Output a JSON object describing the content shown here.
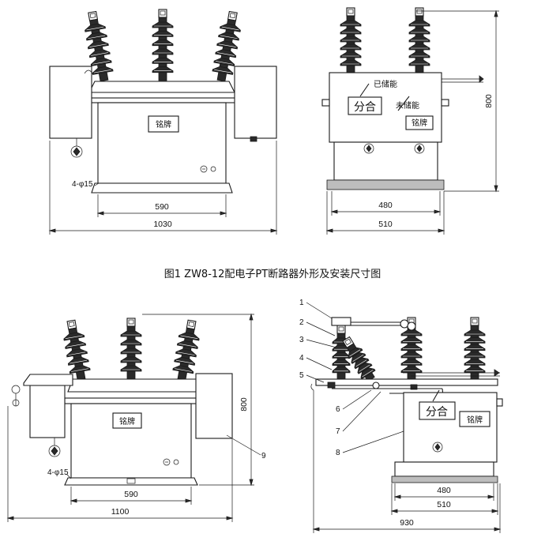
{
  "caption": "图1 ZW8-12配电子PT断路器外形及安装尺寸图",
  "nameplate_label": "铭牌",
  "hole_label": "4-φ15",
  "fig1_front": {
    "dim_590": "590",
    "dim_1030": "1030"
  },
  "fig1_side": {
    "dim_800": "800",
    "dim_480": "480",
    "dim_510": "510",
    "indicator_open_close": "分合",
    "stored_label": "已储能",
    "unstored_label": "未储能"
  },
  "fig2_front": {
    "dim_800": "800",
    "dim_590": "590",
    "dim_1100": "1100",
    "callout_9": "9"
  },
  "fig2_side": {
    "dim_480": "480",
    "dim_510": "510",
    "dim_930": "930",
    "indicator_open_close": "分合",
    "callouts": [
      "1",
      "2",
      "3",
      "4",
      "5",
      "6",
      "7",
      "8"
    ]
  }
}
